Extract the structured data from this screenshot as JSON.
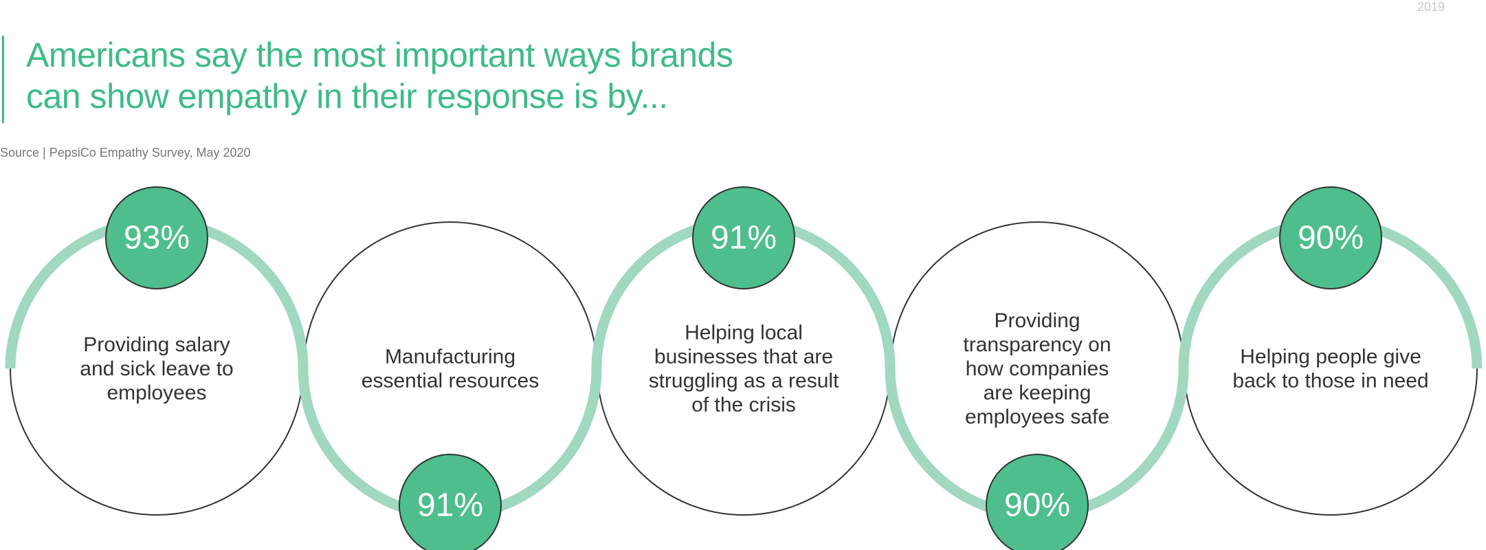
{
  "year": "2019",
  "title": [
    "Americans say the most important ways brands",
    "can show empathy in their response is by..."
  ],
  "source": "Source | PepsiCo Empathy Survey, May 2020",
  "colors": {
    "accent": "#3dbb87",
    "badge": "#4ebe8c",
    "arc": "#a0d8c0",
    "outline": "#333333",
    "text": "#333333"
  },
  "items": [
    {
      "percent": "93%",
      "value": 93,
      "label": [
        "Providing salary",
        "and sick leave to",
        "employees"
      ],
      "badge_position": "top"
    },
    {
      "percent": "91%",
      "value": 91,
      "label": [
        "Manufacturing",
        "essential resources"
      ],
      "badge_position": "bottom"
    },
    {
      "percent": "91%",
      "value": 91,
      "label": [
        "Helping local",
        "businesses that are",
        "struggling as a result",
        "of the crisis"
      ],
      "badge_position": "top"
    },
    {
      "percent": "90%",
      "value": 90,
      "label": [
        "Providing",
        "transparency on",
        "how companies",
        "are keeping",
        "employees safe"
      ],
      "badge_position": "bottom"
    },
    {
      "percent": "90%",
      "value": 90,
      "label": [
        "Helping people give",
        "back to those in need"
      ],
      "badge_position": "top"
    }
  ]
}
